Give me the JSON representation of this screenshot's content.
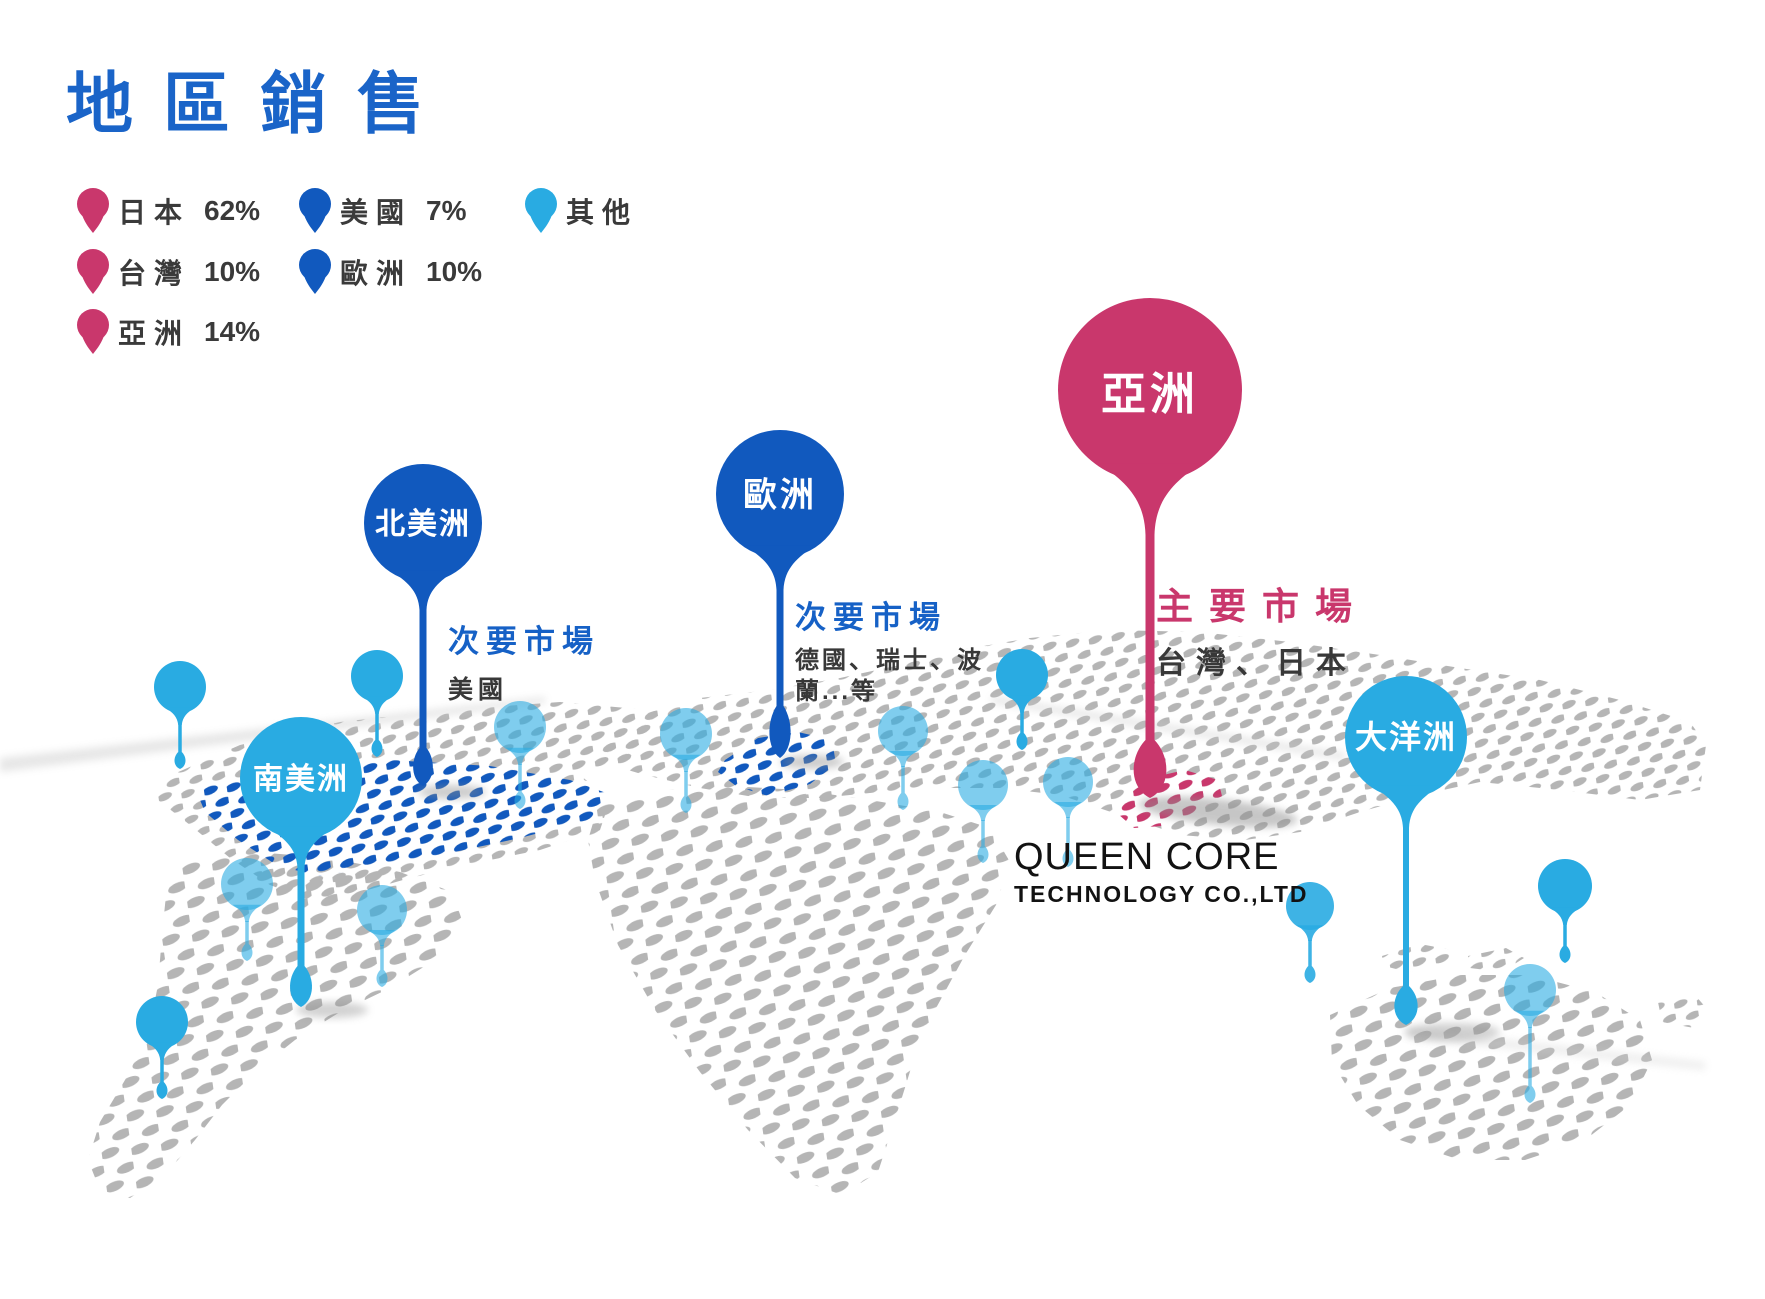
{
  "title": "地區銷售",
  "colors": {
    "title_blue": "#1a64c8",
    "primary_pink": "#c9376c",
    "secondary_dark_blue": "#1159be",
    "other_light_blue": "#29abe2",
    "map_dot_gray": "#b5b5b5",
    "text_dark": "#383838"
  },
  "legend": {
    "items": [
      {
        "label": "日本",
        "value": "62%",
        "color": "#c9376c"
      },
      {
        "label": "台灣",
        "value": "10%",
        "color": "#c9376c"
      },
      {
        "label": "亞洲",
        "value": "14%",
        "color": "#c9376c"
      },
      {
        "label": "美國",
        "value": "7%",
        "color": "#1159be"
      },
      {
        "label": "歐洲",
        "value": "10%",
        "color": "#1159be"
      },
      {
        "label": "其他",
        "value": "",
        "color": "#29abe2"
      }
    ]
  },
  "map": {
    "regions": [
      {
        "id": "north-america",
        "label": "北美洲",
        "balloon_color": "#1159be"
      },
      {
        "id": "europe",
        "label": "歐洲",
        "balloon_color": "#1159be"
      },
      {
        "id": "asia",
        "label": "亞洲",
        "balloon_color": "#c9376c"
      },
      {
        "id": "south-america",
        "label": "南美洲",
        "balloon_color": "#29abe2"
      },
      {
        "id": "oceania",
        "label": "大洋洲",
        "balloon_color": "#29abe2"
      }
    ]
  },
  "annotations": {
    "north_america": {
      "market": "次要市場",
      "detail": "美國"
    },
    "europe": {
      "market": "次要市場",
      "detail_line1": "德國、瑞士、波",
      "detail_line2": "蘭...等"
    },
    "asia": {
      "market": "主要市場",
      "detail": "台灣、日本"
    }
  },
  "company": {
    "line1": "QUEEN CORE",
    "line2": "TECHNOLOGY CO.,LTD"
  },
  "chart_data": {
    "type": "map",
    "title": "地區銷售",
    "series": [
      {
        "name": "日本",
        "value_pct": 62,
        "group": "主要市場",
        "color": "#c9376c"
      },
      {
        "name": "台灣",
        "value_pct": 10,
        "group": "主要市場",
        "color": "#c9376c"
      },
      {
        "name": "亞洲",
        "value_pct": 14,
        "group": "主要市場",
        "color": "#c9376c"
      },
      {
        "name": "美國",
        "value_pct": 7,
        "group": "次要市場",
        "color": "#1159be"
      },
      {
        "name": "歐洲",
        "value_pct": 10,
        "group": "次要市場",
        "color": "#1159be"
      },
      {
        "name": "其他",
        "value_pct": null,
        "group": "其他",
        "color": "#29abe2"
      }
    ],
    "annotations": [
      {
        "region": "亞洲",
        "market": "主要市場",
        "detail": "台灣、日本"
      },
      {
        "region": "北美洲",
        "market": "次要市場",
        "detail": "美國"
      },
      {
        "region": "歐洲",
        "market": "次要市場",
        "detail": "德國、瑞士、波蘭...等"
      }
    ],
    "legend_position": "top-left",
    "grid": false
  }
}
